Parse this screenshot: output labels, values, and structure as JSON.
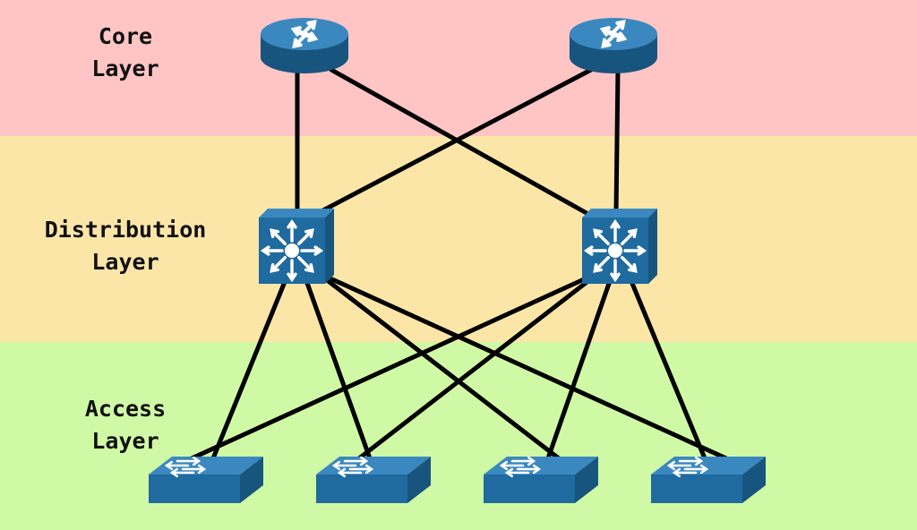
{
  "colors": {
    "core_band": "#ffc5c5",
    "distribution_band": "#fbe6a8",
    "access_band": "#d0f9a5",
    "device_fill": "#1f6a9e",
    "device_top": "#3b88c0",
    "device_side": "#17557f",
    "link": "#000000",
    "arrow": "#ffffff"
  },
  "layers": {
    "core": {
      "line1": "Core",
      "line2": "Layer"
    },
    "distribution": {
      "line1": "Distribution",
      "line2": "Layer"
    },
    "access": {
      "line1": "Access",
      "line2": "Layer"
    }
  },
  "devices": {
    "core_routers": [
      {
        "name": "core-router-1",
        "icon": "router-icon"
      },
      {
        "name": "core-router-2",
        "icon": "router-icon"
      }
    ],
    "distribution_switches": [
      {
        "name": "distribution-switch-1",
        "icon": "multilayer-switch-icon"
      },
      {
        "name": "distribution-switch-2",
        "icon": "multilayer-switch-icon"
      }
    ],
    "access_switches": [
      {
        "name": "access-switch-1",
        "icon": "workgroup-switch-icon"
      },
      {
        "name": "access-switch-2",
        "icon": "workgroup-switch-icon"
      },
      {
        "name": "access-switch-3",
        "icon": "workgroup-switch-icon"
      },
      {
        "name": "access-switch-4",
        "icon": "workgroup-switch-icon"
      }
    ]
  },
  "links": [
    {
      "from": "core-router-1",
      "to": "distribution-switch-1"
    },
    {
      "from": "core-router-1",
      "to": "distribution-switch-2"
    },
    {
      "from": "core-router-2",
      "to": "distribution-switch-1"
    },
    {
      "from": "core-router-2",
      "to": "distribution-switch-2"
    },
    {
      "from": "distribution-switch-1",
      "to": "access-switch-1"
    },
    {
      "from": "distribution-switch-1",
      "to": "access-switch-2"
    },
    {
      "from": "distribution-switch-1",
      "to": "access-switch-3"
    },
    {
      "from": "distribution-switch-1",
      "to": "access-switch-4"
    },
    {
      "from": "distribution-switch-2",
      "to": "access-switch-1"
    },
    {
      "from": "distribution-switch-2",
      "to": "access-switch-2"
    },
    {
      "from": "distribution-switch-2",
      "to": "access-switch-3"
    },
    {
      "from": "distribution-switch-2",
      "to": "access-switch-4"
    }
  ]
}
